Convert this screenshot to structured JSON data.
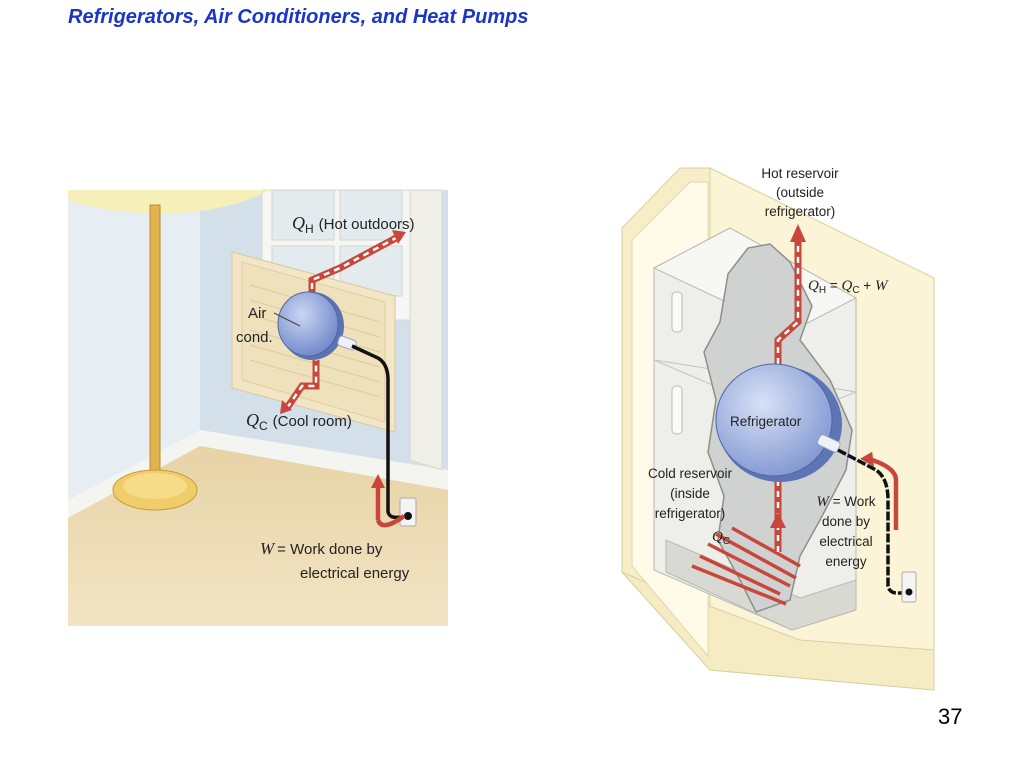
{
  "slide": {
    "title": "Refrigerators, Air Conditioners, and Heat Pumps",
    "page_number": "37"
  },
  "left_figure": {
    "q_hot_symbol": "Q",
    "q_hot_sub": "H",
    "q_hot_label": "(Hot outdoors)",
    "device_label_line1": "Air",
    "device_label_line2": "cond.",
    "q_cold_symbol": "Q",
    "q_cold_sub": "C",
    "q_cold_label": "(Cool room)",
    "work_symbol": "W",
    "work_label_line1": "= Work done by",
    "work_label_line2": "electrical energy"
  },
  "right_figure": {
    "hot_reservoir_line1": "Hot reservoir",
    "hot_reservoir_line2": "(outside",
    "hot_reservoir_line3": "refrigerator)",
    "eq_q1": "Q",
    "eq_sub1": "H",
    "eq_eq": " = ",
    "eq_q2": "Q",
    "eq_sub2": "C",
    "eq_plus": " + ",
    "eq_w": "W",
    "device_label": "Refrigerator",
    "cold_reservoir_line1": "Cold reservoir",
    "cold_reservoir_line2": "(inside",
    "cold_reservoir_line3": "refrigerator)",
    "q_cold_symbol": "Q",
    "q_cold_sub": "C",
    "work_symbol": "W",
    "work_line1": " = Work",
    "work_line2": "done by",
    "work_line3": "electrical",
    "work_line4": "energy"
  }
}
